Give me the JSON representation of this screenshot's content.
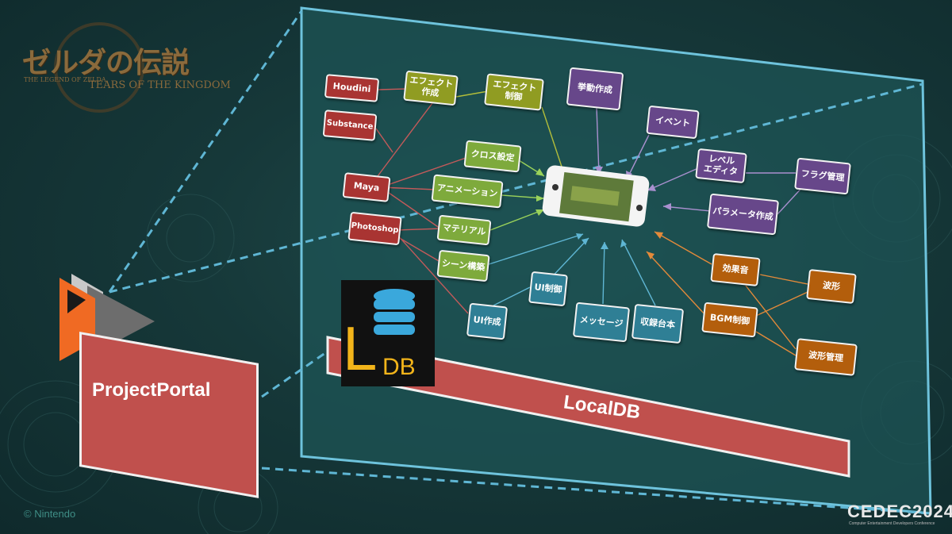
{
  "branding": {
    "game_title_jp": "ゼルダの伝説",
    "game_title_en_small": "THE LEGEND OF ZELDA",
    "game_title_en": "TEARS OF THE KINGDOM",
    "copyright": "© Nintendo",
    "conference": "CEDEC2024",
    "conference_sub": "Computer Entertainment Developers Conference"
  },
  "diagram": {
    "portal_label": "ProjectPortal",
    "db_label": "LocalDB",
    "db_icon_big": "L",
    "db_icon_small": "DB",
    "nodes": {
      "houdini": "Houdini",
      "substance": "Substance",
      "maya": "Maya",
      "photoshop": "Photoshop",
      "effect_create": "エフェクト\n作成",
      "effect_control": "エフェクト\n制御",
      "cloth": "クロス設定",
      "animation": "アニメーション",
      "material": "マテリアル",
      "scene": "シーン構築",
      "behavior": "挙動作成",
      "event": "イベント",
      "level_editor": "レベル\nエディタ",
      "flag": "フラグ管理",
      "parameter": "パラメータ作成",
      "sfx": "効果音",
      "waveform": "波形",
      "bgm": "BGM制御",
      "waveform_mgmt": "波形管理",
      "ui_control": "UI制御",
      "ui_create": "UI作成",
      "message": "メッセージ",
      "script": "収録台本"
    }
  },
  "colors": {
    "red": "#a93432",
    "olive": "#909c22",
    "green": "#7eaa3c",
    "purple": "#67478a",
    "orange": "#b35e0c",
    "teal": "#2f7f95",
    "accent_line": "#5fb6d4"
  },
  "icons": {
    "portal_logo": "projectportal-logo-icon",
    "database": "database-icon",
    "console": "game-console-icon"
  }
}
